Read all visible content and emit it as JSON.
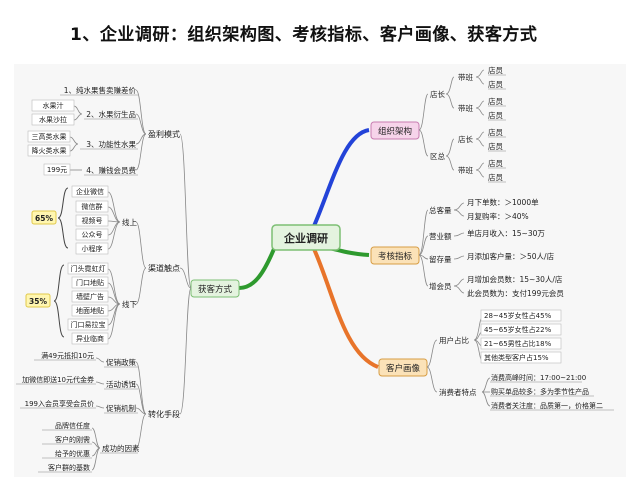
{
  "title": "1、企业调研：组织架构图、考核指标、客户画像、获客方式",
  "center": "企业调研",
  "org": {
    "label": "组织架构",
    "store_manager_top": "店长",
    "district": "区总",
    "store_manager_bottom": "店长",
    "shift_top": "带班",
    "shift_bottom": "带班",
    "clerk": "店员"
  },
  "kpi": {
    "label": "考核指标",
    "groups": [
      {
        "name": "总客量",
        "items": [
          "月下单数：＞1000单",
          "月复购率：＞40%"
        ]
      },
      {
        "name": "营业额",
        "items": [
          "单店月收入：15~30万"
        ]
      },
      {
        "name": "留存量",
        "items": [
          "月添加客户量：＞50人/店"
        ]
      },
      {
        "name": "增会员",
        "items": [
          "月增加会员数：15~30人/店",
          "此会员数为：支付199元会员"
        ]
      }
    ]
  },
  "persona": {
    "label": "客户画像",
    "ratio": "用户占比",
    "ratio_items": [
      "28~45岁女性占45%",
      "45~65岁女性占22%",
      "21~65男性占比18%",
      "其他类型客户占15%"
    ],
    "traits": "消费者特点",
    "trait_items": [
      "消费高峰时间：17:00~21:00",
      "购买单品较多：多为季节性产品",
      "消费者关注度：品质第一，价格第二"
    ]
  },
  "acq": {
    "label": "获客方式",
    "profit": {
      "label": "盈利模式",
      "items": [
        "1、纯水果售卖赚差价",
        "2、水果衍生品",
        "3、功能性水果",
        "4、赚钱会员费"
      ],
      "derivatives": [
        "水果汁",
        "水果沙拉"
      ],
      "functional": [
        "三高类水果",
        "降火类水果"
      ],
      "fee": "199元"
    },
    "channel": {
      "label": "渠道触点",
      "online": "线上",
      "online_pct": "65%",
      "online_items": [
        "企业微信",
        "微信群",
        "视频号",
        "公众号",
        "小程序"
      ],
      "offline": "线下",
      "offline_pct": "35%",
      "offline_items": [
        "门头霓虹灯",
        "门口地贴",
        "墙壁广告",
        "地面地贴",
        "门口易拉宝",
        "异业临商"
      ]
    },
    "convert": {
      "label": "转化手段",
      "items": [
        "促销政策",
        "活动诱饵",
        "促销机制",
        "成功的因素"
      ],
      "policy": "满49元抵扣10元",
      "bait": "加微信即送10元代金券",
      "mechanism": "199入会员享受会员价",
      "factors": [
        "品牌信任度",
        "客户的刚需",
        "给予的优惠",
        "客户群的基数"
      ]
    }
  },
  "colors": {
    "org": "#2343d8",
    "kpi": "#2e9a2e",
    "persona": "#e8742a",
    "acq": "#2e9a2e",
    "line": "#888888"
  }
}
